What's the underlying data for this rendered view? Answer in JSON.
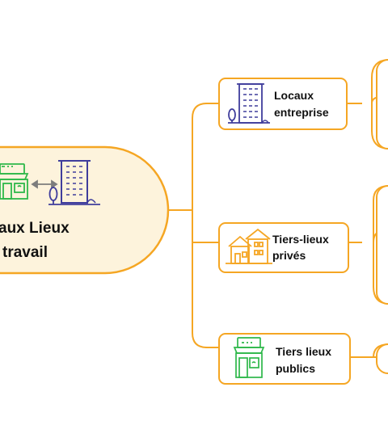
{
  "root": {
    "title_line1": "aux Lieux",
    "title_line2": "travail"
  },
  "children": [
    {
      "line1": "Locaux",
      "line2": "entreprise",
      "icon": "office-building-icon"
    },
    {
      "line1": "Tiers-lieux",
      "line2": "privés",
      "icon": "house-icon"
    },
    {
      "line1": "Tiers lieux",
      "line2": "publics",
      "icon": "shop-icon"
    }
  ],
  "root_icons": [
    "shop-icon",
    "two-way-arrow-icon",
    "office-building-icon"
  ],
  "colors": {
    "connector": "#f5a623",
    "root_fill": "#fdf3dc",
    "building": "#3f3d9c",
    "shop": "#2eb84a",
    "house": "#f5a623",
    "arrow": "#7d7d7d"
  }
}
